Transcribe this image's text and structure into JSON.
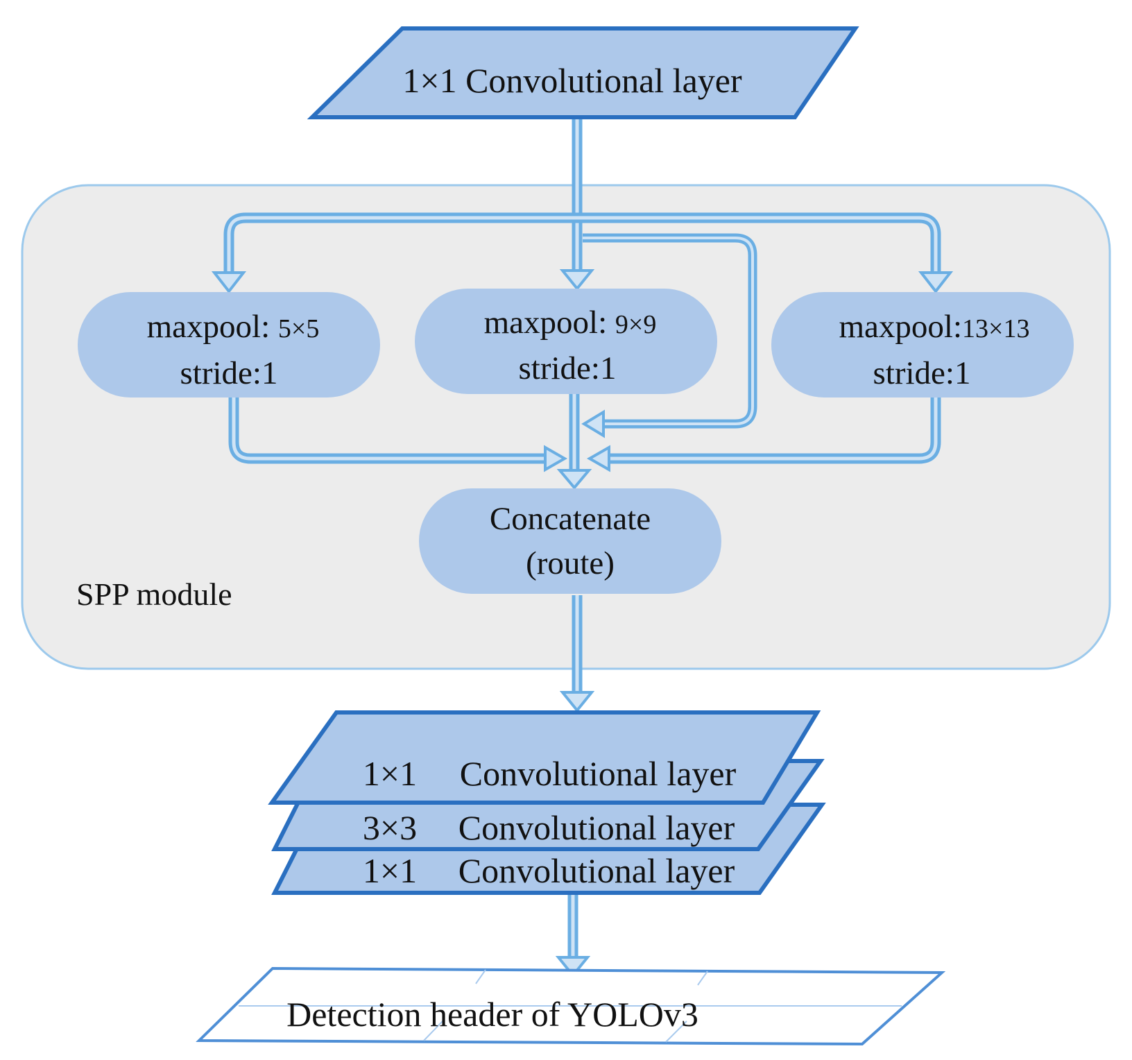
{
  "top_layer": {
    "label": "1×1  Convolutional layer"
  },
  "spp": {
    "label": "SPP module",
    "maxpools": [
      {
        "line1_prefix": "maxpool: ",
        "kernel": "5×5",
        "line2": "stride:1"
      },
      {
        "line1_prefix": "maxpool: ",
        "kernel": "9×9",
        "line2": "stride:1"
      },
      {
        "line1_prefix": "maxpool:",
        "kernel": "13×13",
        "line2": "stride:1"
      }
    ],
    "concat": {
      "line1": "Concatenate",
      "line2": "(route)"
    }
  },
  "conv_stack": [
    {
      "size": "1×1",
      "name": "Convolutional layer"
    },
    {
      "size": "3×3",
      "name": "Convolutional layer"
    },
    {
      "size": "1×1",
      "name": "Convolutional layer"
    }
  ],
  "detection": {
    "label": "Detection header of YOLOv3"
  },
  "colors": {
    "node_fill": "#adc8ea",
    "node_stroke": "#2a6fc0",
    "arrow": "#6aaee3",
    "panel_fill": "#ececec",
    "panel_stroke": "#9cc9ec"
  }
}
